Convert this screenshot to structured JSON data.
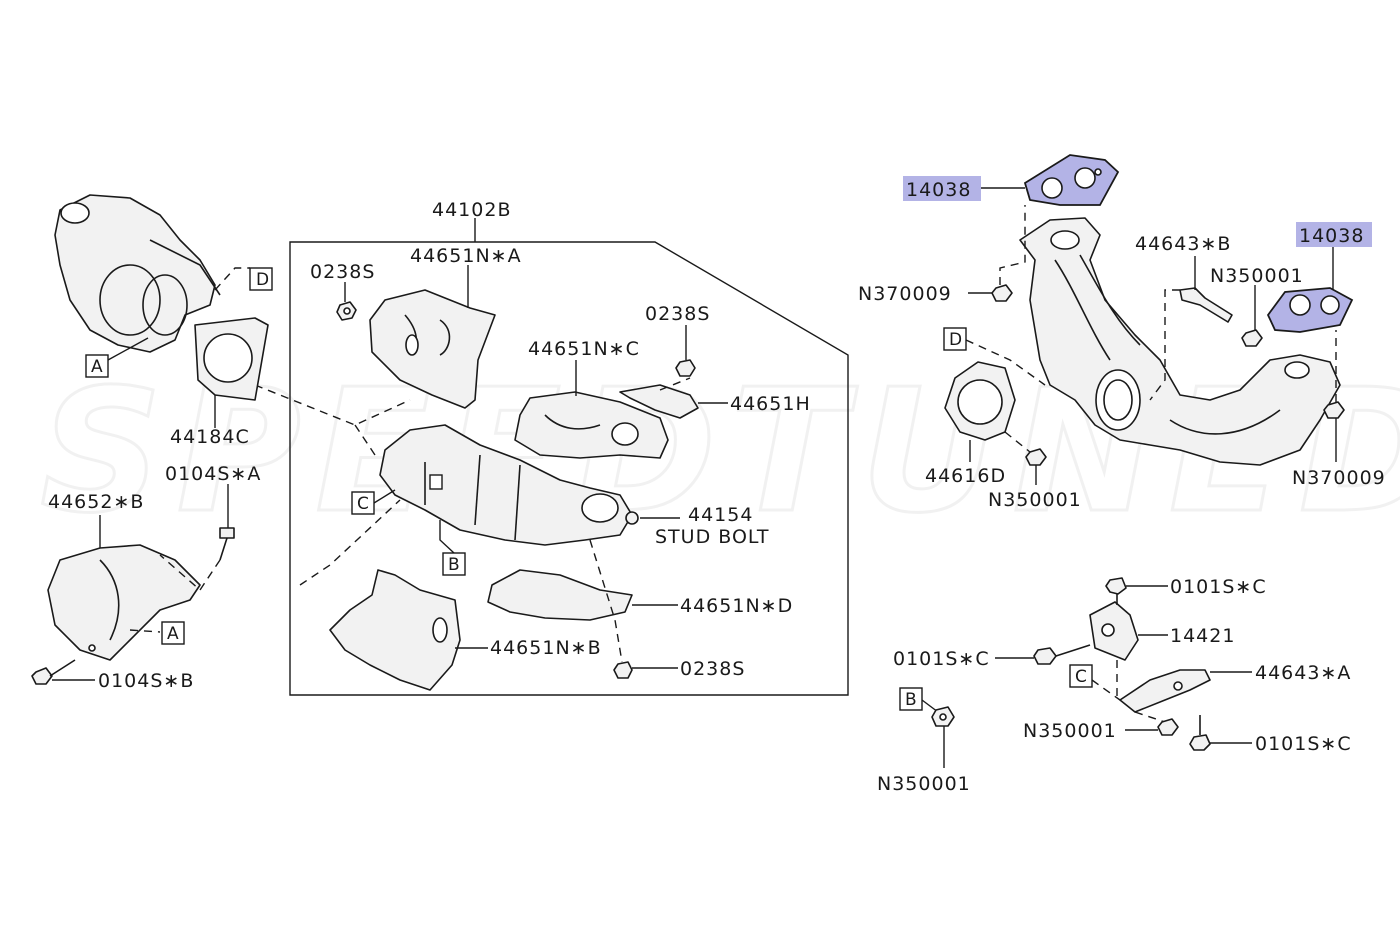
{
  "watermark": "SPEEDTUNED",
  "highlight_color": "#b3b3e6",
  "line_color": "#1a1a1a",
  "labels": {
    "assy": "44102B",
    "heat_a": "44651N∗A",
    "bolt_0238s_top": "0238S",
    "heat_c": "44651N∗C",
    "bolt_0238s_right": "0238S",
    "heat_h": "44651H",
    "stud": "44154",
    "stud_text": "STUD BOLT",
    "heat_d": "44651N∗D",
    "heat_b": "44651N∗B",
    "bolt_0238s_bottom": "0238S",
    "gasket_turbo": "44184C",
    "bolt_0104s_a": "0104S∗A",
    "cover_b": "44652∗B",
    "bolt_0104s_b": "0104S∗B",
    "gasket_14038_left": "14038",
    "gasket_14038_right": "14038",
    "bracket_b": "44643∗B",
    "nut_n350001_top": "N350001",
    "nut_n370009_left": "N370009",
    "nut_n370009_right": "N370009",
    "gasket_d": "44616D",
    "nut_n350001_mid": "N350001",
    "bolt_0101s_c_top": "0101S∗C",
    "bracket_14421": "14421",
    "bolt_0101s_c_left": "0101S∗C",
    "bracket_a": "44643∗A",
    "nut_n350001_lower": "N350001",
    "bolt_0101s_c_bottom": "0101S∗C",
    "nut_n350001_bottom": "N350001"
  },
  "refs": {
    "d_left": "D",
    "a_left": "A",
    "a_cover": "A",
    "c_center": "C",
    "b_center": "B",
    "d_right": "D",
    "c_right": "C",
    "b_right": "B"
  }
}
